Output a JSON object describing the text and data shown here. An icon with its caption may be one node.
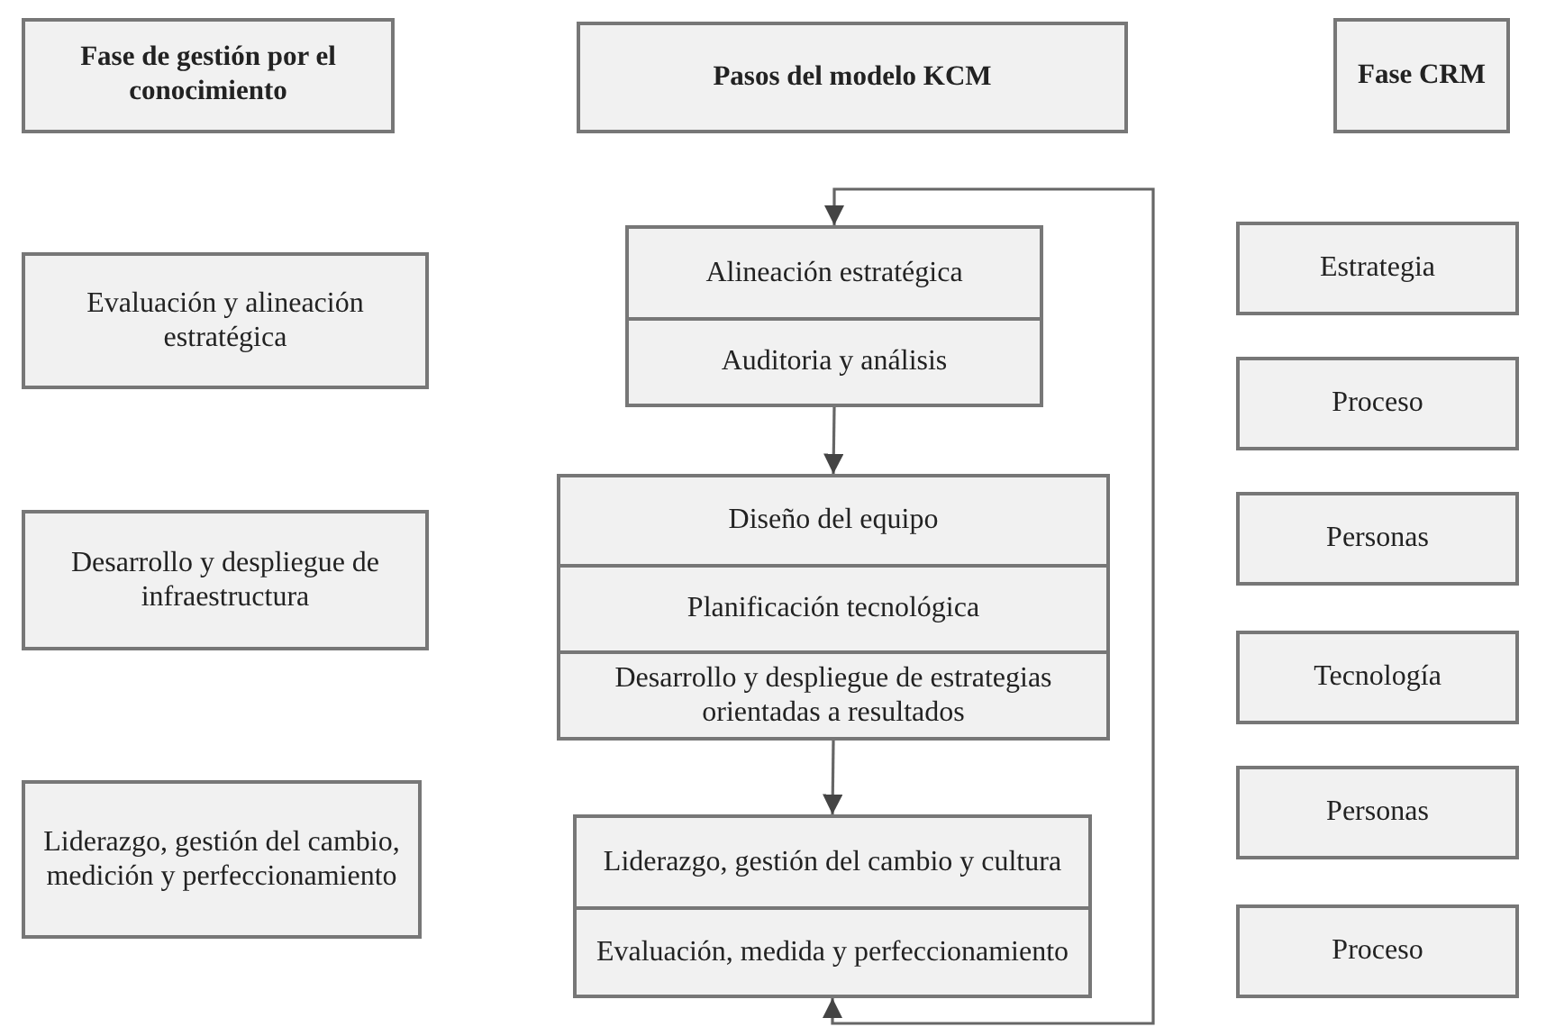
{
  "diagram": {
    "nodes": [
      {
        "text": [
          "Fase de gestión por el conocimiento"
        ]
      },
      {
        "text": [
          "Pasos del modelo KCM"
        ]
      },
      {
        "text": [
          "Fase CRM"
        ]
      },
      {
        "text": [
          "Evaluación y alineación estratégica"
        ]
      },
      {
        "text": [
          "Desarrollo y despliegue de infraestructura"
        ]
      },
      {
        "text": [
          "Liderazgo, gestión del cambio, medición y perfeccionamiento"
        ]
      },
      {
        "text": [],
        "shape": "box"
      },
      {
        "text": [
          "Alineación estratégica"
        ],
        "in": 6
      },
      {
        "text": [
          "Auditoria y análisis"
        ],
        "in": 6
      },
      {
        "text": [],
        "shape": "box"
      },
      {
        "text": [
          "Diseño del equipo"
        ],
        "in": 9
      },
      {
        "text": [
          "Planificación tecnológica"
        ],
        "in": 9
      },
      {
        "text": [
          "Desarrollo y despliegue de estrategias orientadas a resultados"
        ],
        "in": 9
      },
      {
        "text": [],
        "shape": "box"
      },
      {
        "text": [
          "Liderazgo, gestión del cambio y cultura"
        ],
        "in": 13
      },
      {
        "text": [
          "Evaluación, medida y perfeccionamiento"
        ],
        "in": 13
      },
      {
        "text": [
          "Estrategia"
        ]
      },
      {
        "text": [
          "Proceso"
        ]
      },
      {
        "text": [
          "Personas"
        ]
      },
      {
        "text": [
          "Tecnología"
        ]
      },
      {
        "text": [
          "Personas"
        ]
      },
      {
        "text": [
          "Proceso"
        ]
      }
    ],
    "edges": [
      {
        "from": 6,
        "to": 9,
        "arrow": "to"
      },
      {
        "from": 9,
        "to": 13,
        "arrow": "to"
      },
      {
        "from": 13,
        "to": 6,
        "arrow": "both"
      }
    ]
  }
}
